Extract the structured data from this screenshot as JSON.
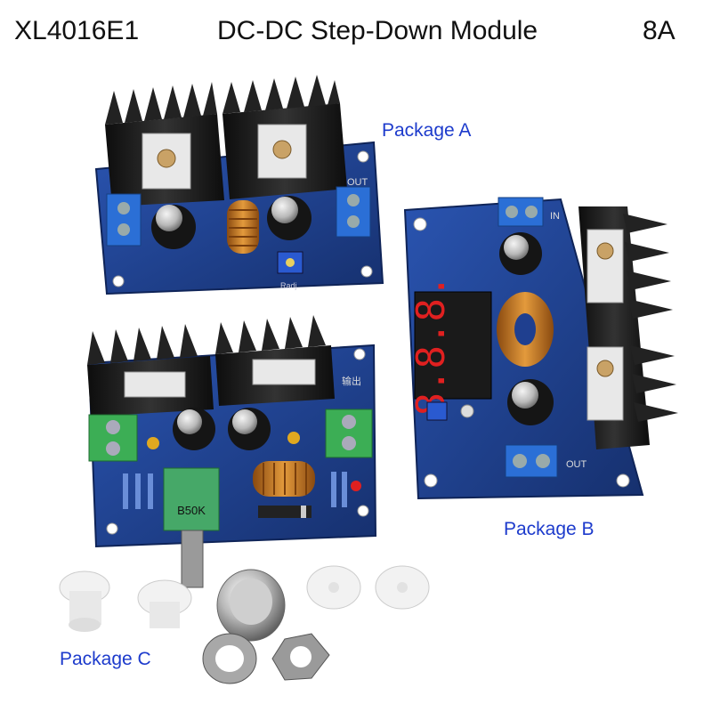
{
  "title": {
    "model": "XL4016E1",
    "description": "DC-DC Step-Down Module",
    "current": "8A"
  },
  "packages": [
    {
      "id": "a",
      "label": "Package A"
    },
    {
      "id": "b",
      "label": "Package B"
    },
    {
      "id": "c",
      "label": "Package C"
    }
  ],
  "board_markings": {
    "out": "OUT",
    "in": "IN",
    "radj": "Radj",
    "output_cn": "输出",
    "potentiometer": "B50K",
    "display_digits": "8.8.8."
  },
  "colors": {
    "pcb_blue": "#1f3f8f",
    "heatsink": "#1a1a1a",
    "terminal_blue": "#2b6fd6",
    "terminal_green": "#3cae55",
    "copper_coil": "#c9761e",
    "display_red": "#e02020",
    "label_blue": "#1d3bcc"
  }
}
